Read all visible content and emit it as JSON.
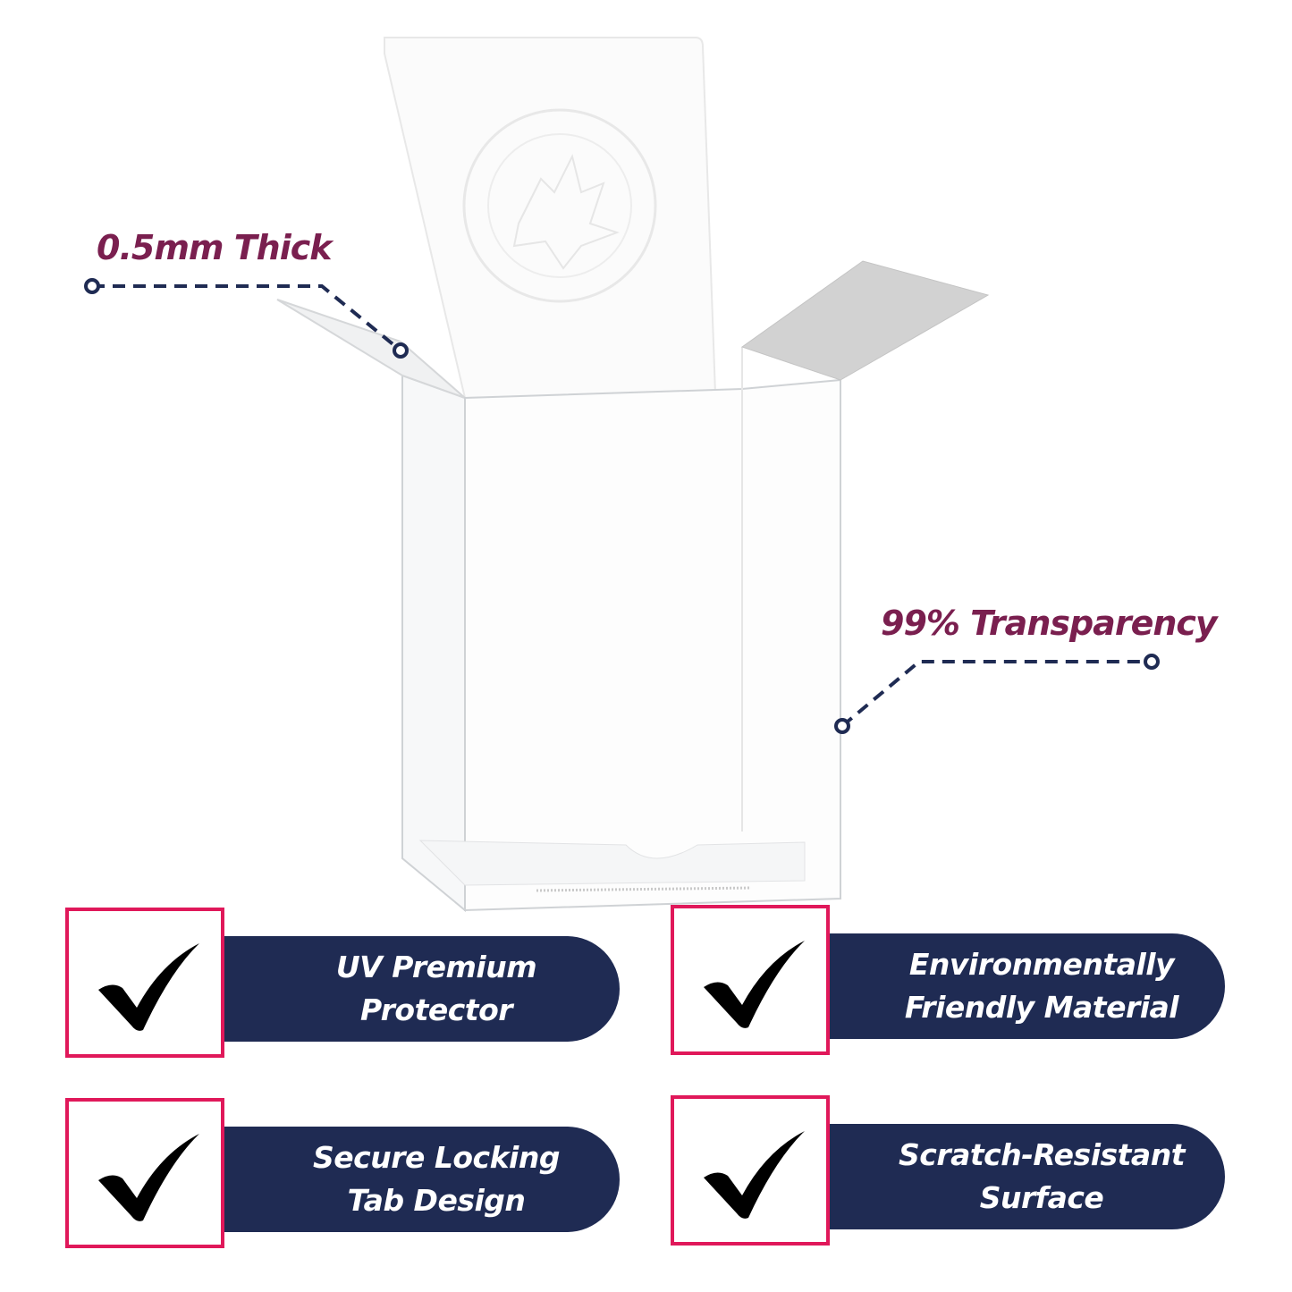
{
  "callouts": {
    "thickness": "0.5mm Thick",
    "transparency": "99% Transparency"
  },
  "features": [
    {
      "line1": "UV Premium",
      "line2": "Protector",
      "icon": "checkmark-icon"
    },
    {
      "line1": "Environmentally",
      "line2": "Friendly Material",
      "icon": "checkmark-icon"
    },
    {
      "line1": "Secure Locking",
      "line2": "Tab Design",
      "icon": "checkmark-icon"
    },
    {
      "line1": "Scratch-Resistant",
      "line2": "Surface",
      "icon": "checkmark-icon"
    }
  ],
  "colors": {
    "callout_text": "#7a1f4f",
    "pill_bg": "#1f2b53",
    "box_border": "#e0185a",
    "dash_line": "#1f2b53"
  }
}
